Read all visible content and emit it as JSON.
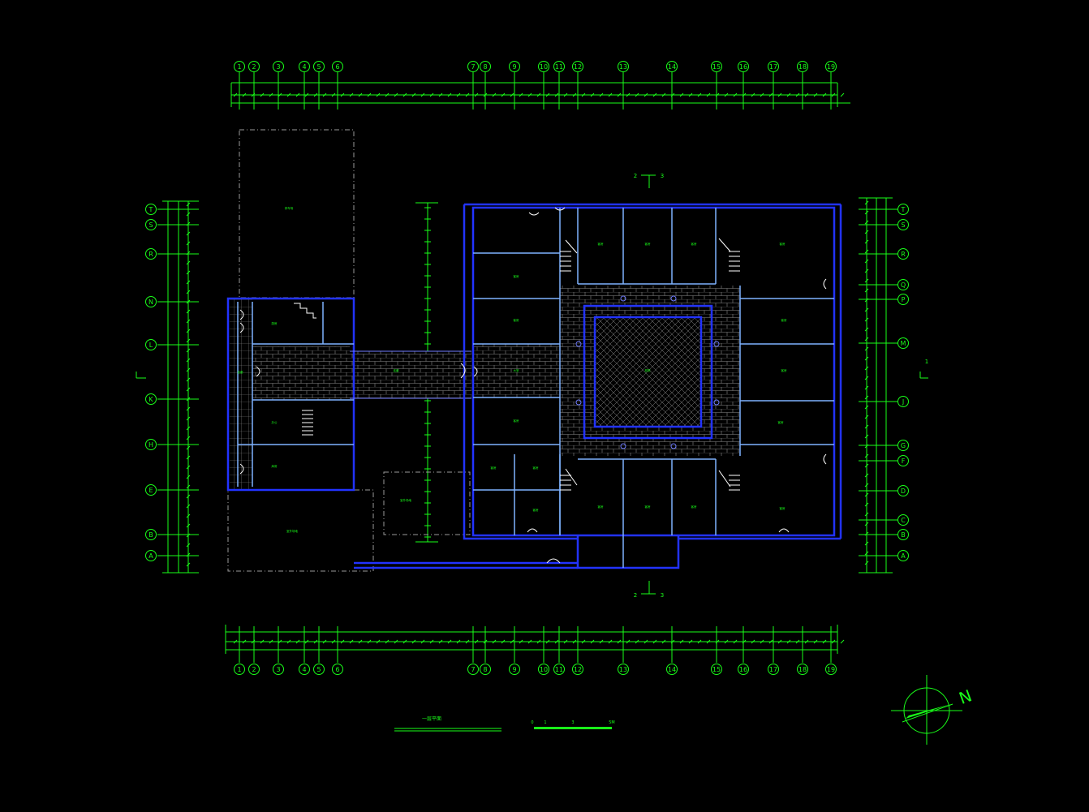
{
  "drawing": {
    "title": "一层平面",
    "section_left_label": "2",
    "section_right_label": "3",
    "side_mark": "1",
    "north_label": "N",
    "scale_labels": [
      "0",
      "1",
      "3",
      "5M"
    ]
  },
  "axes": {
    "columns": [
      "1",
      "2",
      "3",
      "4",
      "5",
      "6",
      "7",
      "8",
      "9",
      "10",
      "11",
      "12",
      "13",
      "14",
      "15",
      "16",
      "17",
      "18",
      "19"
    ],
    "rows_left": [
      "T",
      "S",
      "R",
      "N",
      "L",
      "K",
      "H",
      "E",
      "B",
      "A"
    ],
    "rows_right": [
      "T",
      "S",
      "R",
      "Q",
      "P",
      "M",
      "J",
      "G",
      "F",
      "D",
      "C",
      "B",
      "A"
    ]
  },
  "colors": {
    "axis": "#19ff19",
    "wall": "#2233ff",
    "partition": "#7fb2ff",
    "background": "#000000"
  }
}
